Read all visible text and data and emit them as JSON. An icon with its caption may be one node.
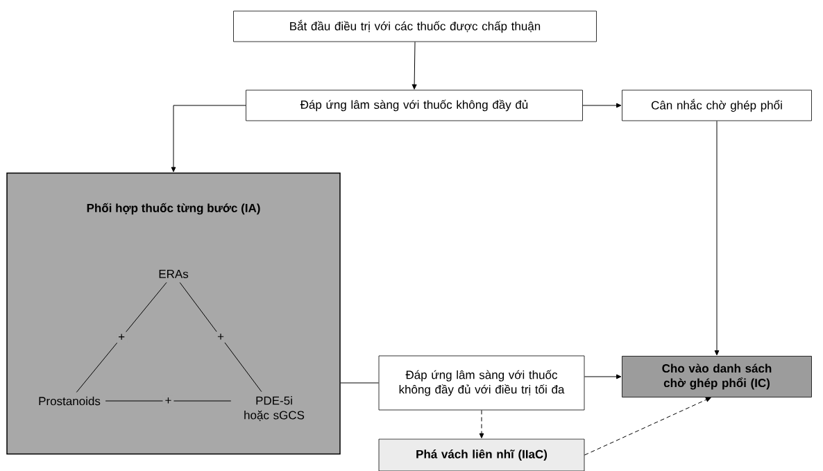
{
  "diagram": {
    "nodes": [
      {
        "text": [
          "Bắt đầu điều trị với các thuốc được chấp thuận"
        ]
      },
      {
        "text": [
          "Đáp ứng lâm sàng với thuốc không đầy đủ"
        ]
      },
      {
        "text": [
          "Cân nhắc chờ ghép phổi"
        ]
      },
      {
        "text": [
          "Phối hợp thuốc từng bước (IA)"
        ]
      },
      {
        "text": [
          "ERAs"
        ],
        "in": 3
      },
      {
        "text": [
          "Prostanoids"
        ],
        "in": 3
      },
      {
        "text": [
          "PDE-5i hoặc sGCS"
        ],
        "in": 3
      },
      {
        "text": [
          "Đáp ứng lâm sàng với thuốc không đầy đủ với điều trị tối đa"
        ]
      },
      {
        "text": [
          "Cho vào danh sách chờ ghép phổi (IC)"
        ]
      },
      {
        "text": [
          "Phá vách liên nhĩ (IIaC)"
        ]
      }
    ],
    "edges": [
      {
        "from": 0,
        "to": 1,
        "arrow": "to"
      },
      {
        "from": 1,
        "to": 3,
        "arrow": "to"
      },
      {
        "from": 1,
        "to": 2,
        "arrow": "to"
      },
      {
        "from": 2,
        "to": 8,
        "arrow": "to"
      },
      {
        "from": 4,
        "to": 5,
        "arrow": "none",
        "label": "+"
      },
      {
        "from": 4,
        "to": 6,
        "arrow": "none",
        "label": "+"
      },
      {
        "from": 5,
        "to": 6,
        "arrow": "none",
        "label": "+"
      },
      {
        "from": 3,
        "to": 7,
        "arrow": "none"
      },
      {
        "from": 7,
        "to": 8,
        "arrow": "to"
      },
      {
        "from": 7,
        "to": 9,
        "arrow": "to",
        "style": "dashed"
      },
      {
        "from": 9,
        "to": 8,
        "arrow": "to",
        "style": "dashed"
      }
    ]
  }
}
